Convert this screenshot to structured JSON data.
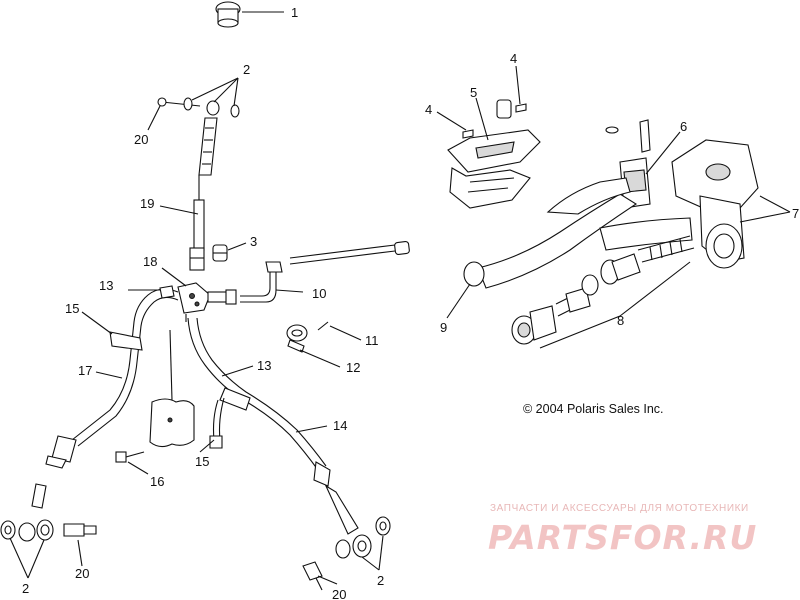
{
  "callouts": {
    "c1": "1",
    "c2a": "2",
    "c2b": "2",
    "c2c": "2",
    "c3": "3",
    "c4a": "4",
    "c4b": "4",
    "c5": "5",
    "c6": "6",
    "c7": "7",
    "c8": "8",
    "c9": "9",
    "c10": "10",
    "c11": "11",
    "c12": "12",
    "c13a": "13",
    "c13b": "13",
    "c14": "14",
    "c15a": "15",
    "c15b": "15",
    "c16": "16",
    "c17": "17",
    "c18": "18",
    "c19": "19",
    "c20a": "20",
    "c20b": "20",
    "c20c": "20"
  },
  "copyright": "© 2004 Polaris Sales Inc.",
  "watermark": {
    "tagline": "ЗАПЧАСТИ И АКСЕССУАРЫ ДЛЯ МОТОТЕХНИКИ",
    "logo": "PARTSFOR.RU",
    "tagline_color": "#e8b7b7",
    "logo_color": "#f2c4c4"
  }
}
